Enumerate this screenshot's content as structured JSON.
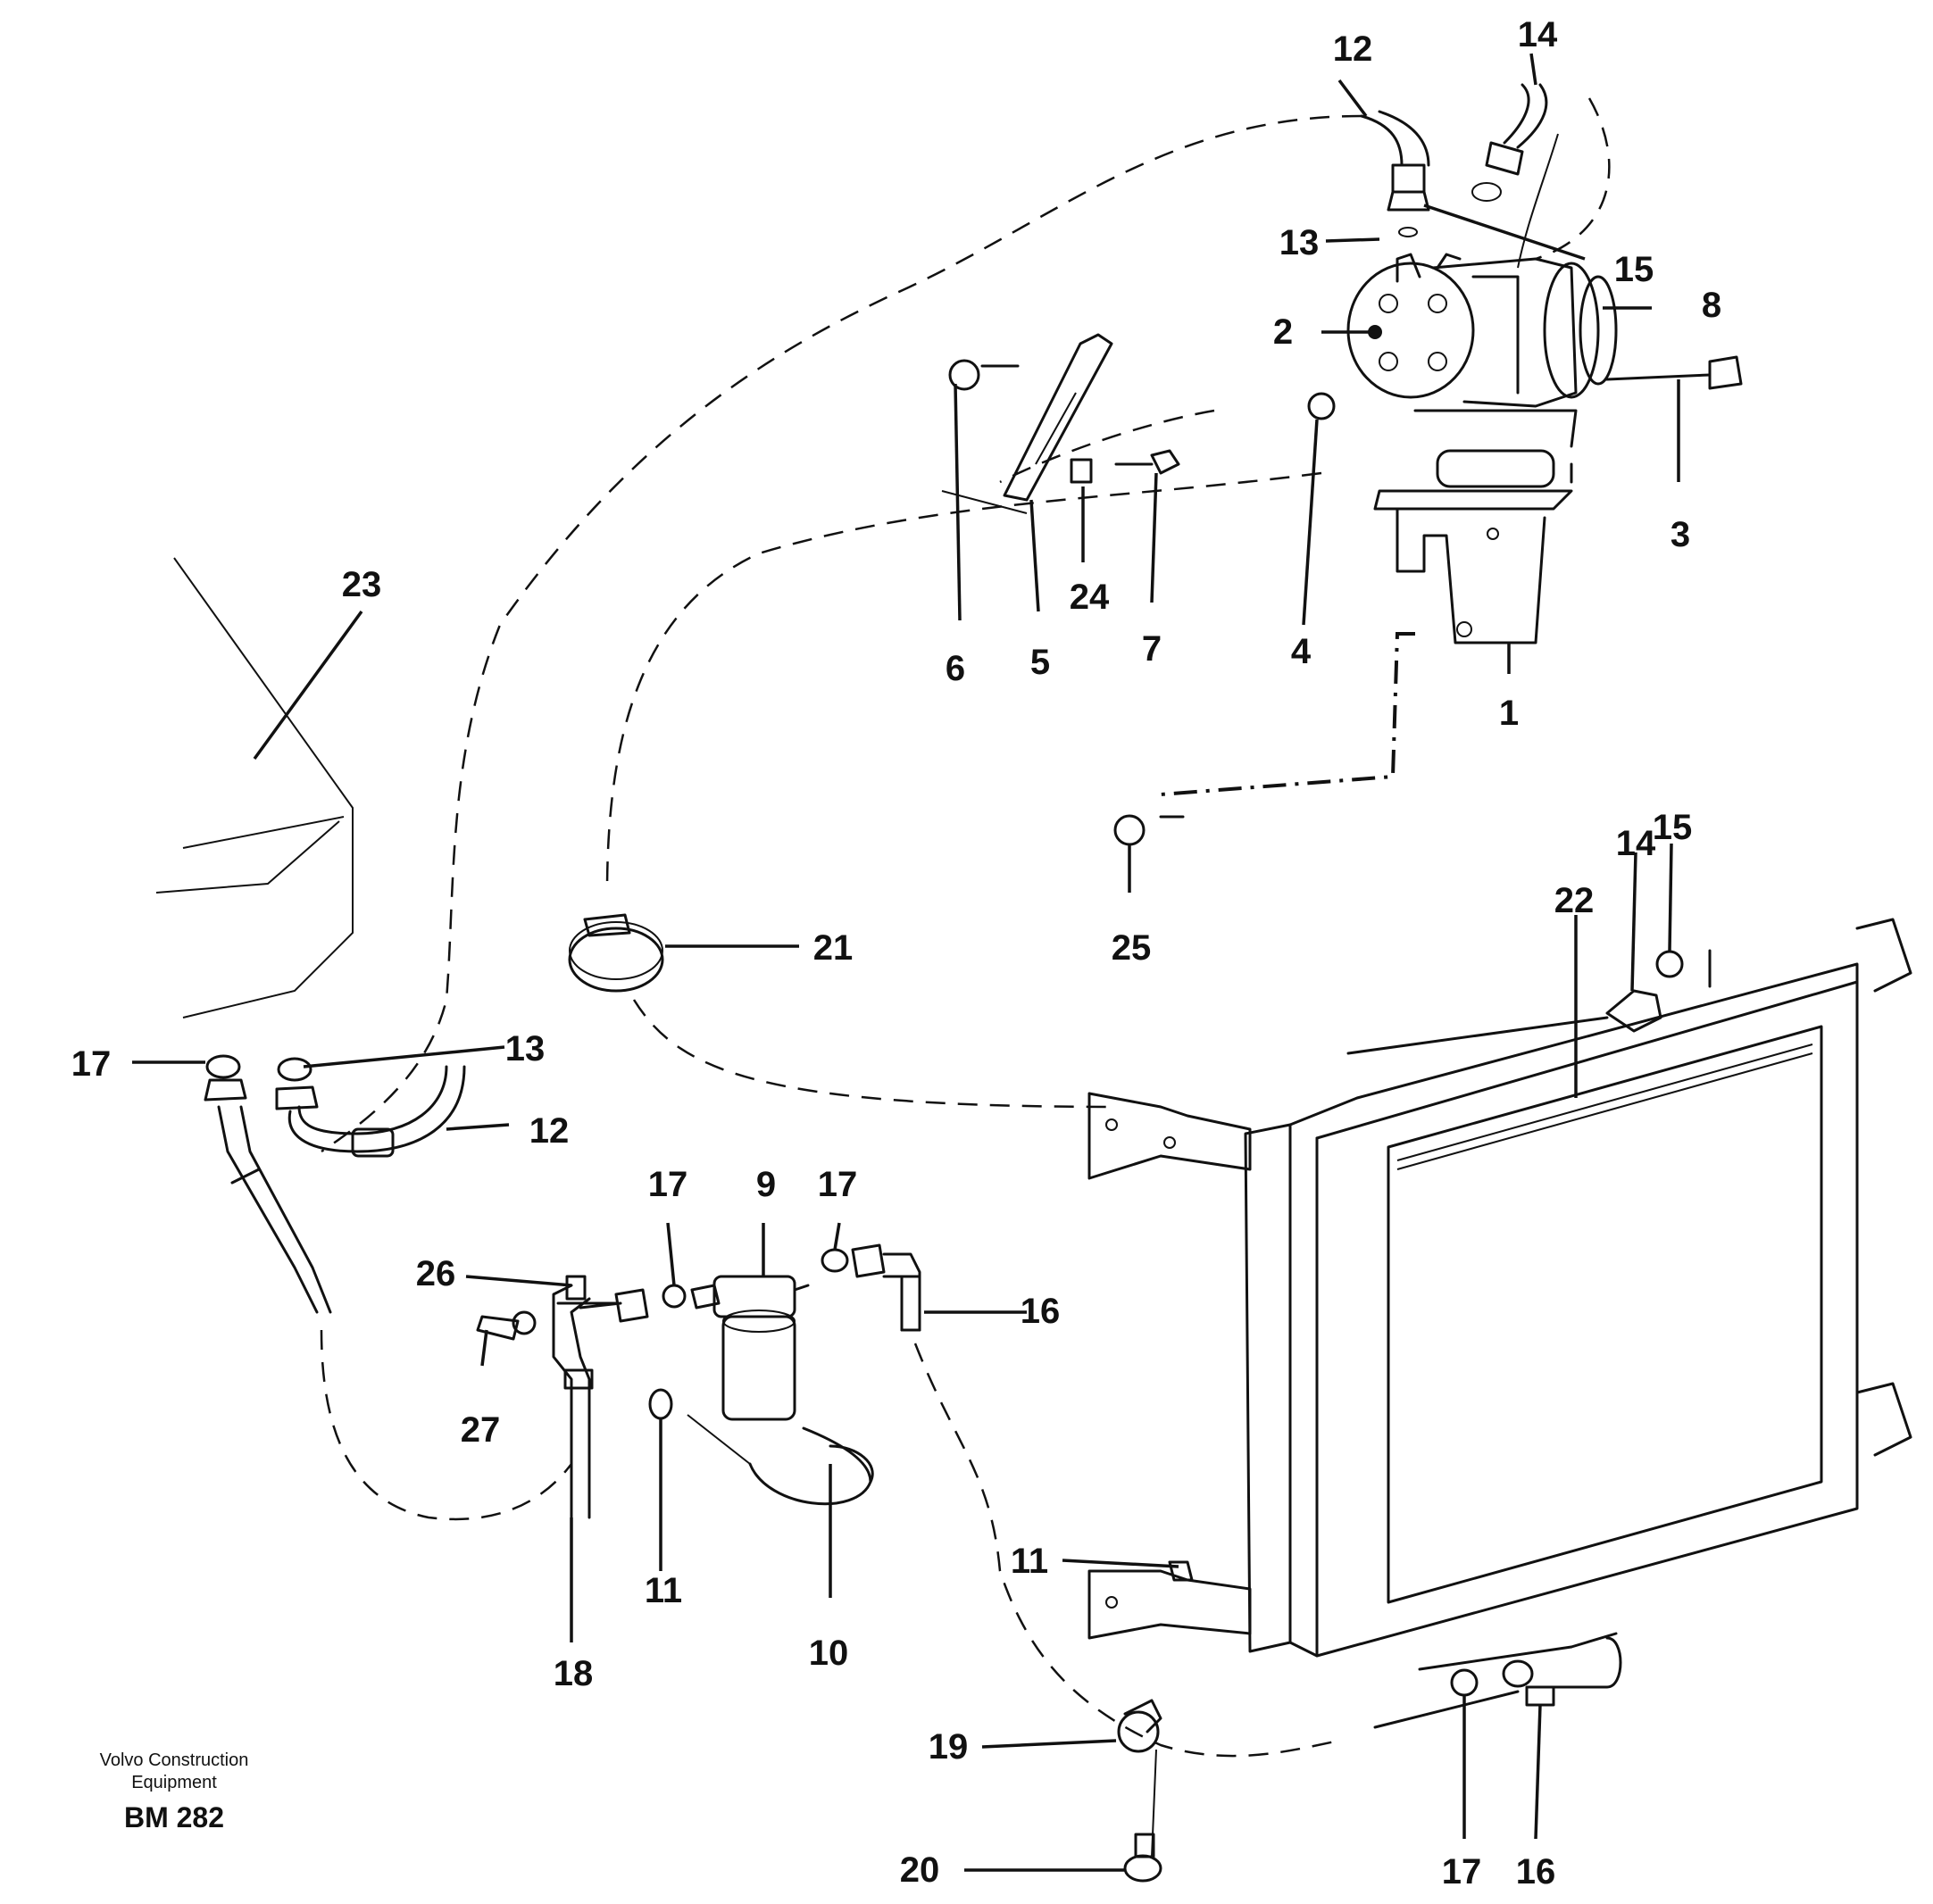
{
  "callouts": {
    "c1": "1",
    "c2": "2",
    "c3": "3",
    "c4": "4",
    "c5": "5",
    "c6": "6",
    "c7": "7",
    "c8": "8",
    "c9": "9",
    "c10": "10",
    "c11a": "11",
    "c11b": "11",
    "c12a": "12",
    "c12b": "12",
    "c13a": "13",
    "c13b": "13",
    "c14a": "14",
    "c14b": "14",
    "c15a": "15",
    "c15b": "15",
    "c16a": "16",
    "c16b": "16",
    "c17a": "17",
    "c17b": "17",
    "c17c": "17",
    "c17d": "17",
    "c18": "18",
    "c19": "19",
    "c20": "20",
    "c21": "21",
    "c22": "22",
    "c23": "23",
    "c24": "24",
    "c25": "25",
    "c26": "26",
    "c27": "27"
  },
  "caption": {
    "line1": "Volvo Construction",
    "line2": "Equipment",
    "code": "BM 282"
  }
}
